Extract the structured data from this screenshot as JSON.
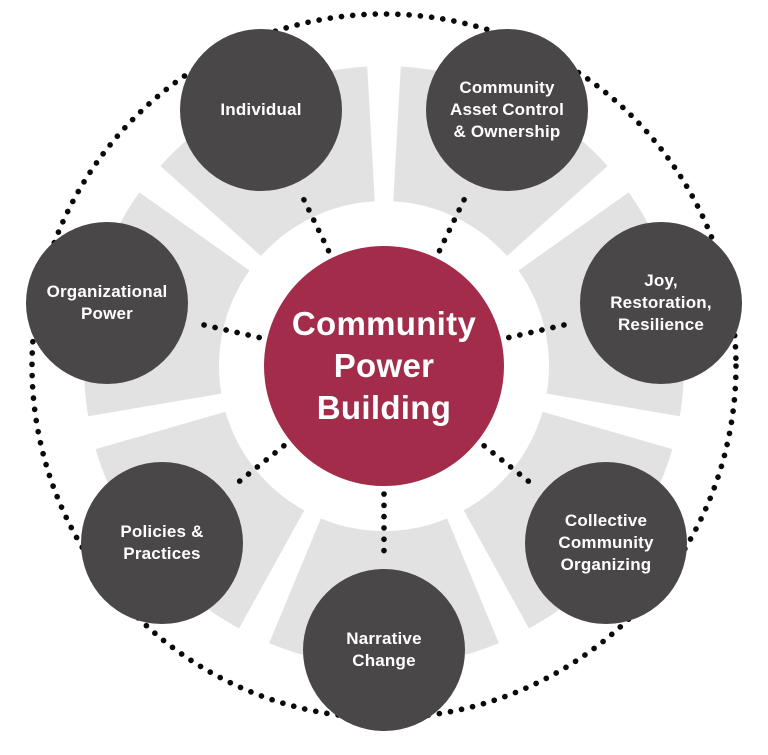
{
  "diagram": {
    "center": {
      "label": "Community\nPower\nBuilding"
    },
    "nodes": [
      {
        "id": "individual",
        "label": "Individual"
      },
      {
        "id": "community-asset-control-ownership",
        "label": "Community\nAsset Control\n& Ownership"
      },
      {
        "id": "joy-restoration-resilience",
        "label": "Joy,\nRestoration,\nResilience"
      },
      {
        "id": "collective-community-organizing",
        "label": "Collective\nCommunity\nOrganizing"
      },
      {
        "id": "narrative-change",
        "label": "Narrative\nChange"
      },
      {
        "id": "policies-practices",
        "label": "Policies &\nPractices"
      },
      {
        "id": "organizational-power",
        "label": "Organizational\nPower"
      }
    ],
    "colors": {
      "center_circle": "#a22c4a",
      "node_circle": "#494747",
      "ring_segment": "#e3e2e2",
      "dotted_line": "#0a0a0a",
      "text": "#ffffff",
      "background": "#ffffff"
    }
  }
}
